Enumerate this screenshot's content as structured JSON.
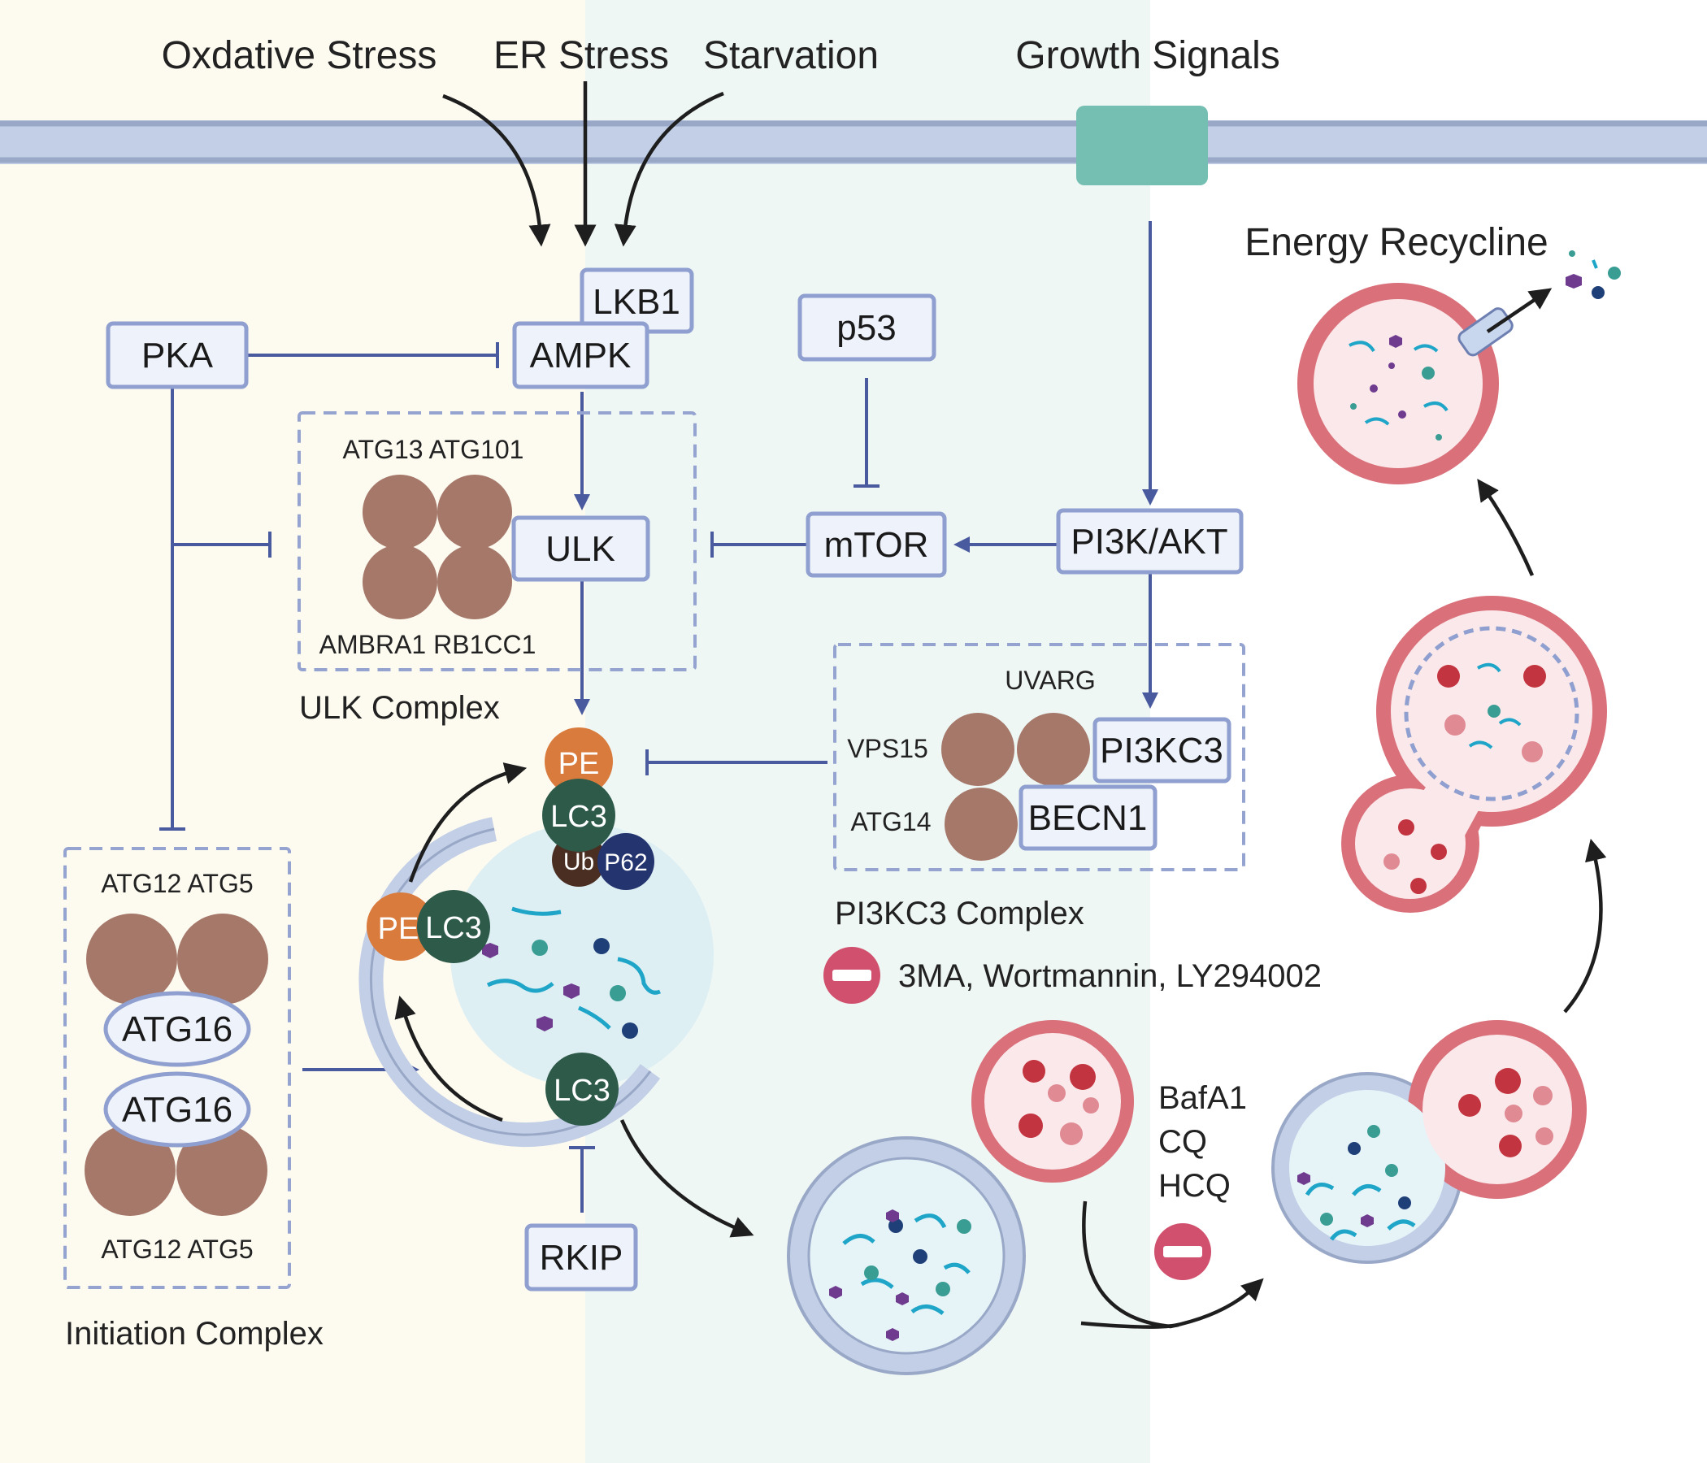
{
  "stimuli": {
    "oxidative": "Oxdative Stress",
    "er": "ER Stress",
    "starvation": "Starvation",
    "growth": "Growth Signals"
  },
  "proteins": {
    "lkb1": "LKB1",
    "ampk": "AMPK",
    "pka": "PKA",
    "p53": "p53",
    "ulk": "ULK",
    "mtor": "mTOR",
    "pi3k_akt": "PI3K/AKT",
    "pi3kc3": "PI3KC3",
    "becn1": "BECN1",
    "rkip": "RKIP"
  },
  "ulk_complex": {
    "top_labels": "ATG13 ATG101",
    "bottom_labels": "AMBRA1  RB1CC1",
    "caption": "ULK Complex"
  },
  "pi3kc3_complex": {
    "uvarg": "UVARG",
    "vps15": "VPS15",
    "atg14": "ATG14",
    "caption": "PI3KC3 Complex"
  },
  "initiation_complex": {
    "top_labels": "ATG12  ATG5",
    "atg16_top": "ATG16",
    "atg16_bottom": "ATG16",
    "bottom_labels": "ATG12  ATG5",
    "caption": "Initiation Complex"
  },
  "phagophore": {
    "pe_top": "PE",
    "lc3_top": "LC3",
    "ub": "Ub",
    "p62": "P62",
    "pe_left": "PE",
    "lc3_left": "LC3",
    "lc3_bottom": "LC3"
  },
  "inhibitors": {
    "pi3k_inhibitors": "3MA, Wortmannin, LY294002",
    "lysosome_inhibitors": [
      "BafA1",
      "CQ",
      "HCQ"
    ]
  },
  "energy_recycling": "Energy Recycline",
  "colors": {
    "cytoplasm_left": "#fdfaf0",
    "cytoplasm_mid": "#eff7f5",
    "membrane": "#c2cfe6",
    "receptor": "#74bfb2",
    "complex_subunit": "#a5786a",
    "pe": "#d97b3d",
    "lc3": "#2e5a4a",
    "ub": "#4a2e22",
    "p62": "#24346e",
    "inhibitor": "#d0506e",
    "lysosome": "#d9707a"
  }
}
